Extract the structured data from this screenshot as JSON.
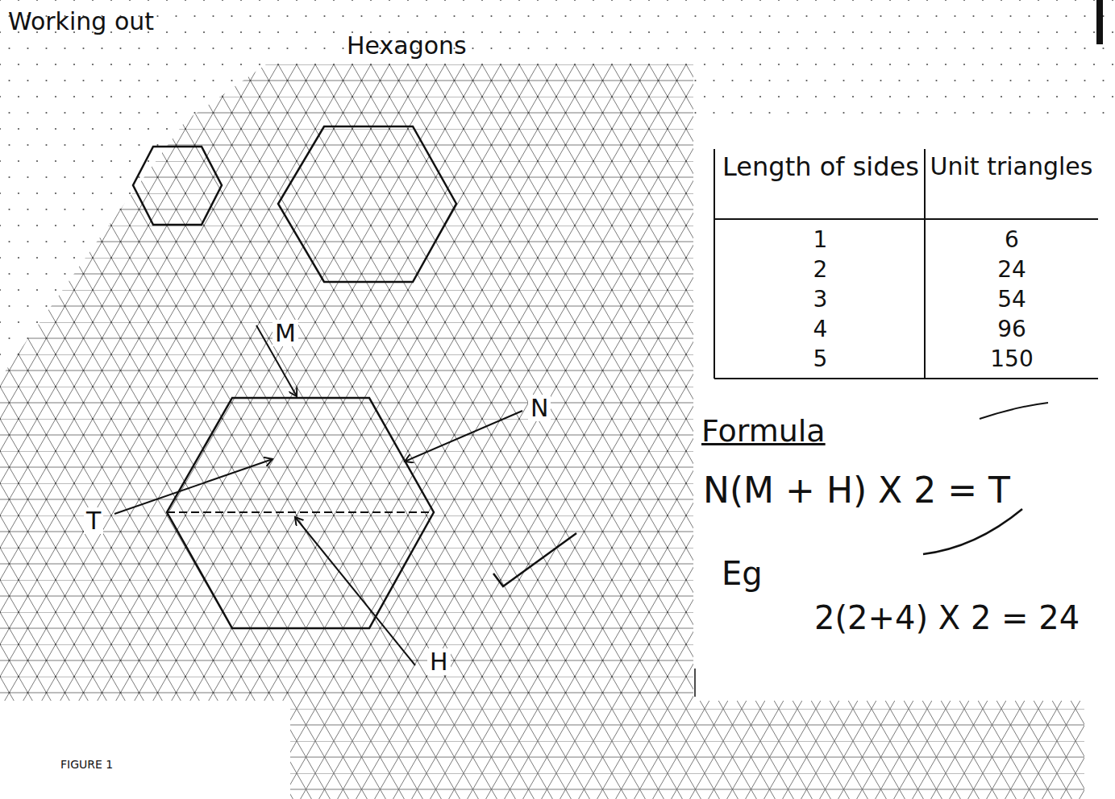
{
  "diagram": {
    "title": "Hexagons",
    "caption": "FIGURE 1",
    "labels": [
      "Working out",
      "M",
      "N",
      "T",
      "H",
      "Length of sides",
      "Unit triangles",
      "1",
      "6",
      "2",
      "24",
      "3",
      "54",
      "4",
      "96",
      "5",
      "150",
      "Formula",
      "N(M + H) X 2 = T",
      "Eg",
      "2(2+4) X 2 = 24"
    ]
  }
}
